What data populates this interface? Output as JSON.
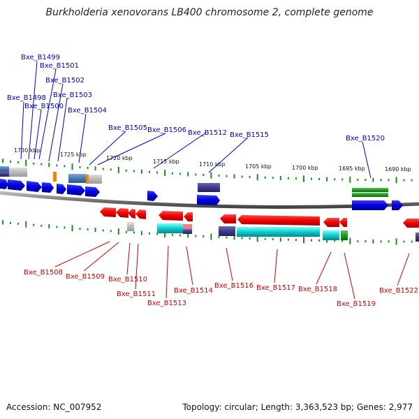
{
  "title": "Burkholderia xenovorans LB400 chromosome 2, complete genome",
  "footer": {
    "accession": "Accession: NC_007952",
    "topology": "Topology: circular; Length: 3,363,523 bp; Genes: 2,977"
  },
  "colors": {
    "top_label": "#0000c0",
    "bottom_label": "#cc0000",
    "tick": "#1a8c1a",
    "backbone": "#888888"
  },
  "scale_labels": [
    "1730 kbp",
    "1725 kbp",
    "1720 kbp",
    "1715 kbp",
    "1710 kbp",
    "1705 kbp",
    "1700 kbp",
    "1695 kbp",
    "1690 kbp"
  ],
  "top_genes": [
    "Bxe_B1499",
    "Bxe_B1501",
    "Bxe_B1502",
    "Bxe_B1498",
    "Bxe_B1503",
    "Bxe_B1500",
    "Bxe_B1504",
    "Bxe_B1505",
    "Bxe_B1506",
    "Bxe_B1512",
    "Bxe_B1515",
    "Bxe_B1520"
  ],
  "bottom_genes": [
    "Bxe_B1508",
    "Bxe_B1509",
    "Bxe_B1510",
    "Bxe_B1511",
    "Bxe_B1513",
    "Bxe_B1514",
    "Bxe_B1516",
    "Bxe_B1517",
    "Bxe_B1518",
    "Bxe_B1519",
    "Bxe_B1522"
  ]
}
